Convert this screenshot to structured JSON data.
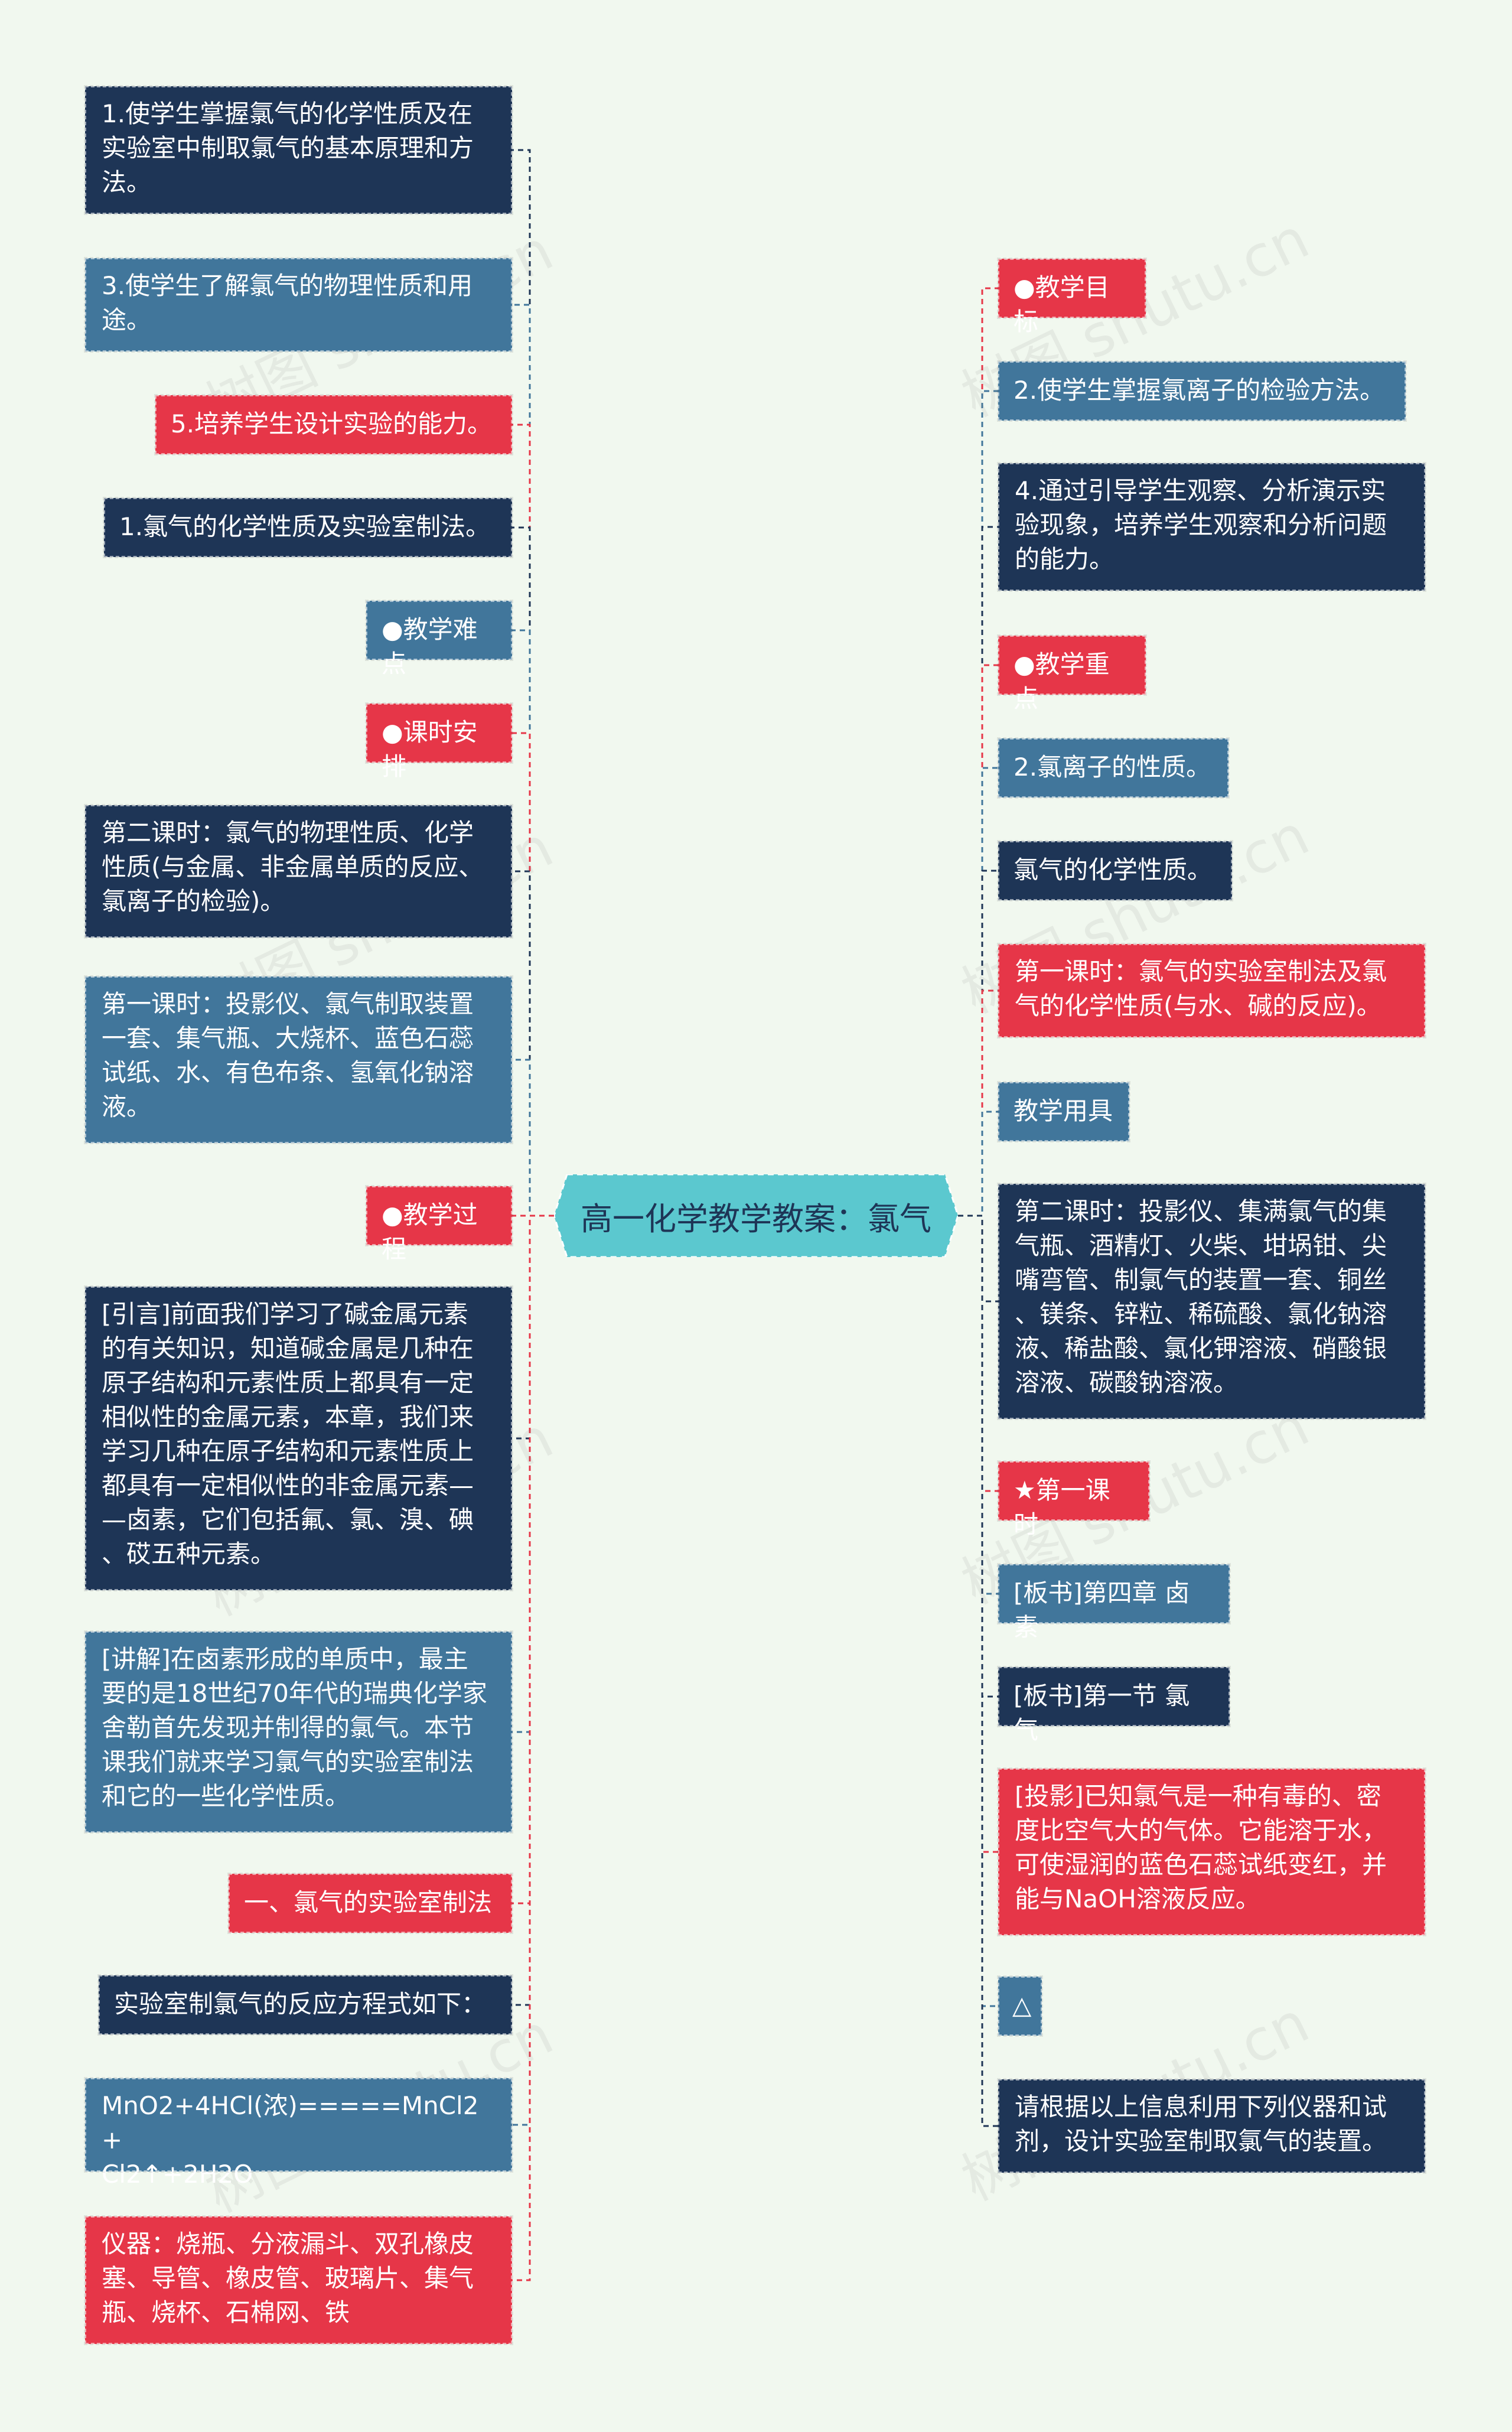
{
  "root": {
    "label": "高一化学教学教案：氯气",
    "color": "#5bc8cf"
  },
  "colors": {
    "navy": "#1e3556",
    "steel": "#41769b",
    "red": "#e63648",
    "background": "#f1f8ef"
  },
  "watermark": "树图 shutu.cn",
  "left_nodes": [
    {
      "text": "1.使学生掌握氯气的化学性质及在\n实验室中制取氯气的基本原理和方\n法。",
      "color": "navy"
    },
    {
      "text": "3.使学生了解氯气的物理性质和用\n途。",
      "color": "steel"
    },
    {
      "text": "5.培养学生设计实验的能力。",
      "color": "red"
    },
    {
      "text": "1.氯气的化学性质及实验室制法。",
      "color": "navy"
    },
    {
      "text": "●教学难点",
      "color": "steel"
    },
    {
      "text": "●课时安排",
      "color": "red"
    },
    {
      "text": "第二课时：氯气的物理性质、化学\n性质(与金属、非金属单质的反应、\n氯离子的检验)。",
      "color": "navy"
    },
    {
      "text": "第一课时：投影仪、氯气制取装置\n一套、集气瓶、大烧杯、蓝色石蕊\n试纸、水、有色布条、氢氧化钠溶\n液。",
      "color": "steel"
    },
    {
      "text": "●教学过程",
      "color": "red"
    },
    {
      "text": "[引言]前面我们学习了碱金属元素\n的有关知识，知道碱金属是几种在\n原子结构和元素性质上都具有一定\n相似性的金属元素，本章，我们来\n学习几种在原子结构和元素性质上\n都具有一定相似性的非金属元素—\n—卤素，它们包括氟、氯、溴、碘\n、砹五种元素。",
      "color": "navy"
    },
    {
      "text": "[讲解]在卤素形成的单质中，最主\n要的是18世纪70年代的瑞典化学家\n舍勒首先发现并制得的氯气。本节\n课我们就来学习氯气的实验室制法\n和它的一些化学性质。",
      "color": "steel"
    },
    {
      "text": "一、氯气的实验室制法",
      "color": "red"
    },
    {
      "text": "实验室制氯气的反应方程式如下：",
      "color": "navy"
    },
    {
      "text": "MnO2+4HCl(浓)=====MnCl2+\nCl2↑+2H2O",
      "color": "steel"
    },
    {
      "text": "仪器：烧瓶、分液漏斗、双孔橡皮\n塞、导管、橡皮管、玻璃片、集气\n瓶、烧杯、石棉网、铁",
      "color": "red"
    }
  ],
  "right_nodes": [
    {
      "text": "●教学目标",
      "color": "red"
    },
    {
      "text": "2.使学生掌握氯离子的检验方法。",
      "color": "steel"
    },
    {
      "text": "4.通过引导学生观察、分析演示实\n验现象，培养学生观察和分析问题\n的能力。",
      "color": "navy"
    },
    {
      "text": "●教学重点",
      "color": "red"
    },
    {
      "text": "2.氯离子的性质。",
      "color": "steel"
    },
    {
      "text": "氯气的化学性质。",
      "color": "navy"
    },
    {
      "text": "第一课时：氯气的实验室制法及氯\n气的化学性质(与水、碱的反应)。",
      "color": "red"
    },
    {
      "text": "教学用具",
      "color": "steel"
    },
    {
      "text": "第二课时：投影仪、集满氯气的集\n气瓶、酒精灯、火柴、坩埚钳、尖\n嘴弯管、制氯气的装置一套、铜丝\n、镁条、锌粒、稀硫酸、氯化钠溶\n液、稀盐酸、氯化钾溶液、硝酸银\n溶液、碳酸钠溶液。",
      "color": "navy"
    },
    {
      "text": "★第一课时",
      "color": "red"
    },
    {
      "text": "[板书]第四章 卤素",
      "color": "steel"
    },
    {
      "text": "[板书]第一节 氯气",
      "color": "navy"
    },
    {
      "text": "[投影]已知氯气是一种有毒的、密\n度比空气大的气体。它能溶于水，\n可使湿润的蓝色石蕊试纸变红，并\n能与NaOH溶液反应。",
      "color": "red"
    },
    {
      "text": "△",
      "color": "steel"
    },
    {
      "text": "请根据以上信息利用下列仪器和试\n剂，设计实验室制取氯气的装置。",
      "color": "navy"
    }
  ]
}
